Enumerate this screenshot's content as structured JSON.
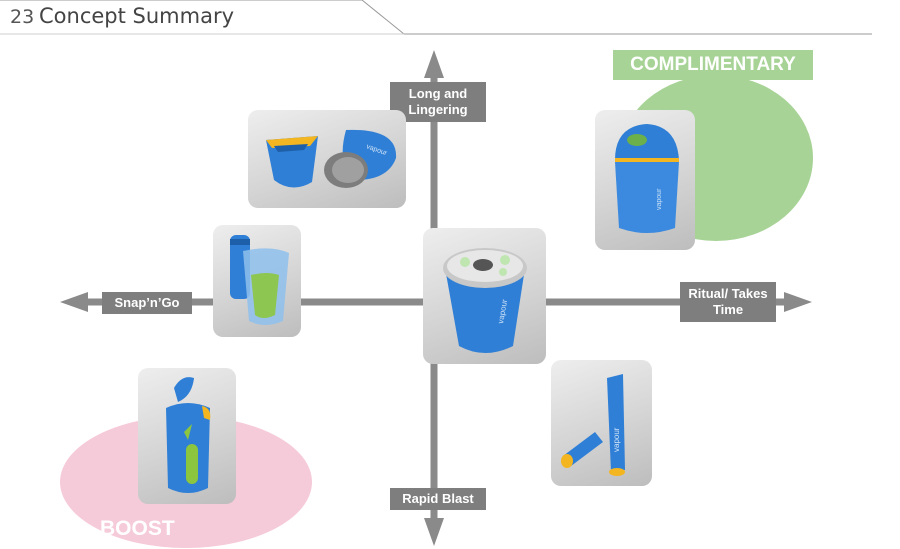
{
  "header": {
    "page_number": "23",
    "title": "Concept Summary"
  },
  "axes": {
    "top": "Long and Lingering",
    "bottom": "Rapid Blast",
    "left": "Snap’n’Go",
    "right": "Ritual/ Takes Time"
  },
  "zones": {
    "top_right": {
      "label": "COMPLIMENTARY",
      "color": "#a7d396"
    },
    "bottom_left": {
      "label": "BOOST",
      "color": "#f6cbd9"
    }
  },
  "product_text": {
    "brand": "vapour"
  },
  "colors": {
    "axis": "#8a8a8a",
    "label_bg": "#7e7e7e",
    "product_blue": "#2f7fd6",
    "accent_yellow": "#f3b520",
    "accent_green": "#8cc63f"
  }
}
